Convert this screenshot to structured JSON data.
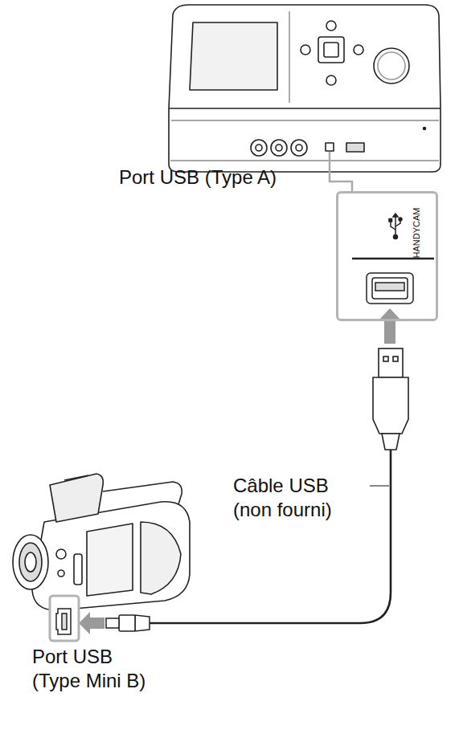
{
  "diagram": {
    "nodes": [
      {
        "text": [
          "HANDYCAM"
        ]
      }
    ],
    "labels": [
      "Port USB (Type A)",
      "Câble USB (non fourni)",
      "Port USB (Type Mini B)"
    ]
  }
}
